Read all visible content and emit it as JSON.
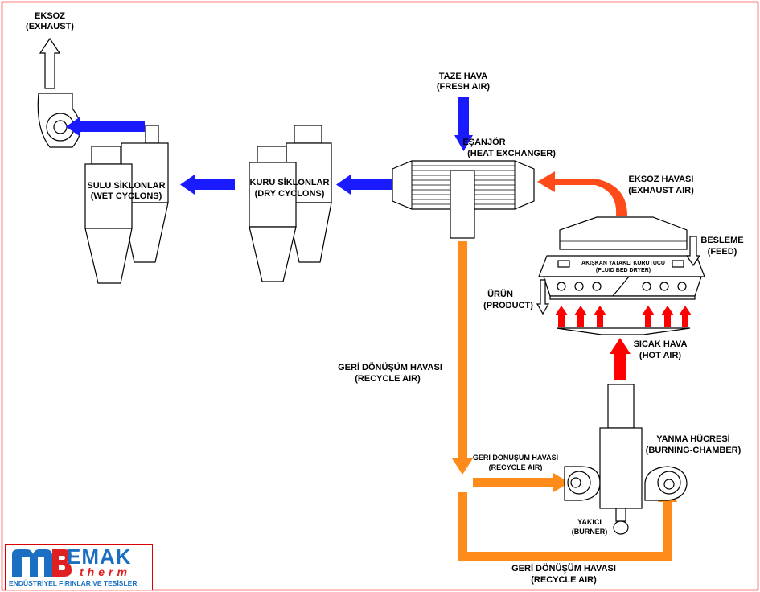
{
  "colors": {
    "border": "#ff0000",
    "exhaust_flow": "#1a1aff",
    "recycle_flow": "#ff8c1a",
    "exhaust_air_flow": "#ff4a1a",
    "hot_air_flow": "#ff0000",
    "logo_blue": "#1a6fc2",
    "logo_red": "#e02020"
  },
  "labels": {
    "exhaust": {
      "tr": "EKSOZ",
      "en": "(EXHAUST)"
    },
    "wet_cyclons": {
      "tr": "SULU SİKLONLAR",
      "en": "(WET CYCLONS)"
    },
    "dry_cyclons": {
      "tr": "KURU SİKLONLAR",
      "en": "(DRY CYCLONS)"
    },
    "fresh_air": {
      "tr": "TAZE HAVA",
      "en": "(FRESH AIR)"
    },
    "heat_exchanger": {
      "tr": "EŞANJÖR",
      "en": "(HEAT EXCHANGER)"
    },
    "exhaust_air": {
      "tr": "EKSOZ HAVASI",
      "en": "(EXHAUST AIR)"
    },
    "feed": {
      "tr": "BESLEME",
      "en": "(FEED)"
    },
    "fluid_bed_dryer": {
      "tr": "AKIŞKAN YATAKLI KURUTUCU",
      "en": "(FLUID BED DRYER)"
    },
    "product": {
      "tr": "ÜRÜN",
      "en": "(PRODUCT)"
    },
    "hot_air": {
      "tr": "SICAK HAVA",
      "en": "(HOT AIR)"
    },
    "recycle_air_main": {
      "tr": "GERİ DÖNÜŞÜM HAVASI",
      "en": "(RECYCLE AIR)"
    },
    "recycle_air_fan": {
      "tr": "GERİ DÖNÜŞÜM HAVASI",
      "en": "(RECYCLE AIR)"
    },
    "burning_chamber": {
      "tr": "YANMA HÜCRESİ",
      "en": "(BURNING-CHAMBER)"
    },
    "burner": {
      "tr": "YAKICI",
      "en": "(BURNER)"
    },
    "recycle_air_bottom": {
      "tr": "GERİ DÖNÜŞÜM HAVASI",
      "en": "(RECYCLE AIR)"
    }
  },
  "logo": {
    "brand": "EMAK",
    "brand2": "therm",
    "tagline": "ENDÜSTRİYEL FIRINLAR VE TESİSLER",
    "icon": "mb-logo-icon"
  }
}
